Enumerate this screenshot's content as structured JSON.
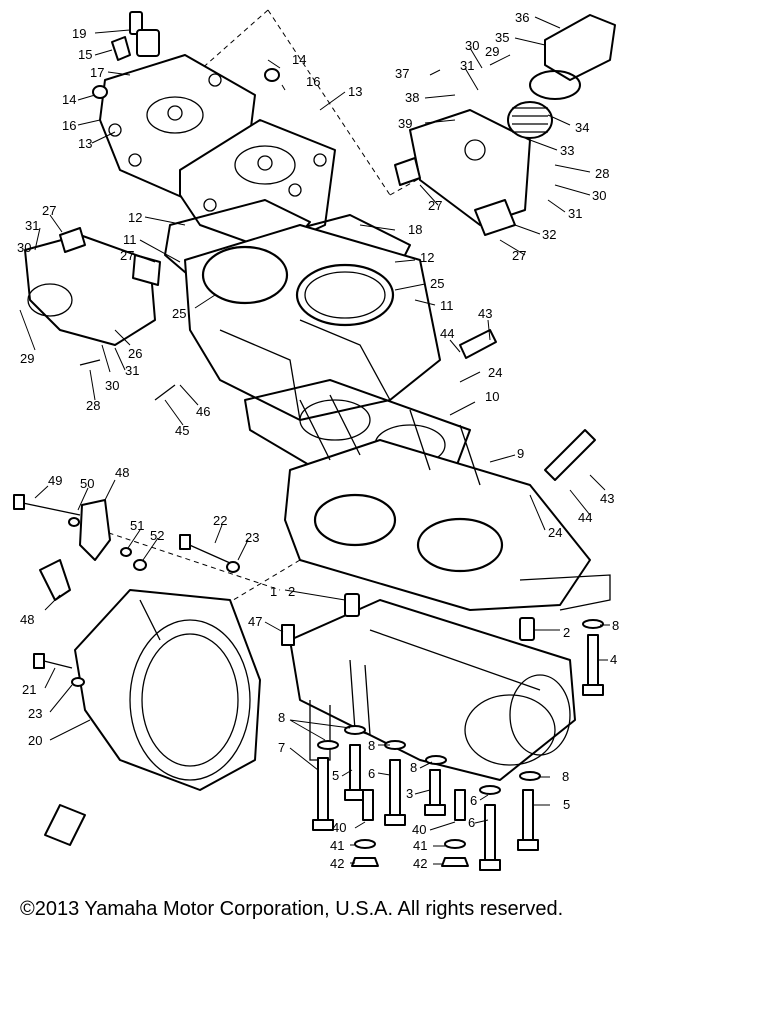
{
  "labels": [
    {
      "id": "19",
      "text": "19"
    },
    {
      "id": "15",
      "text": "15"
    },
    {
      "id": "17",
      "text": "17"
    },
    {
      "id": "14a",
      "text": "14"
    },
    {
      "id": "16a",
      "text": "16"
    },
    {
      "id": "13a",
      "text": "13"
    },
    {
      "id": "14b",
      "text": "14"
    },
    {
      "id": "16b",
      "text": "16"
    },
    {
      "id": "13b",
      "text": "13"
    },
    {
      "id": "36",
      "text": "36"
    },
    {
      "id": "35",
      "text": "35"
    },
    {
      "id": "30a",
      "text": "30"
    },
    {
      "id": "29a",
      "text": "29"
    },
    {
      "id": "31a",
      "text": "31"
    },
    {
      "id": "37",
      "text": "37"
    },
    {
      "id": "38",
      "text": "38"
    },
    {
      "id": "34",
      "text": "34"
    },
    {
      "id": "39",
      "text": "39"
    },
    {
      "id": "33",
      "text": "33"
    },
    {
      "id": "28a",
      "text": "28"
    },
    {
      "id": "30b",
      "text": "30"
    },
    {
      "id": "31b",
      "text": "31"
    },
    {
      "id": "27a",
      "text": "27"
    },
    {
      "id": "32",
      "text": "32"
    },
    {
      "id": "27b",
      "text": "27"
    },
    {
      "id": "31c",
      "text": "31"
    },
    {
      "id": "27c",
      "text": "27"
    },
    {
      "id": "30c",
      "text": "30"
    },
    {
      "id": "12a",
      "text": "12"
    },
    {
      "id": "18",
      "text": "18"
    },
    {
      "id": "11a",
      "text": "11"
    },
    {
      "id": "27d",
      "text": "27"
    },
    {
      "id": "12b",
      "text": "12"
    },
    {
      "id": "25a",
      "text": "25"
    },
    {
      "id": "25b",
      "text": "25"
    },
    {
      "id": "11b",
      "text": "11"
    },
    {
      "id": "29b",
      "text": "29"
    },
    {
      "id": "26",
      "text": "26"
    },
    {
      "id": "30d",
      "text": "30"
    },
    {
      "id": "31d",
      "text": "31"
    },
    {
      "id": "28b",
      "text": "28"
    },
    {
      "id": "43a",
      "text": "43"
    },
    {
      "id": "44a",
      "text": "44"
    },
    {
      "id": "24a",
      "text": "24"
    },
    {
      "id": "46",
      "text": "46"
    },
    {
      "id": "45",
      "text": "45"
    },
    {
      "id": "10",
      "text": "10"
    },
    {
      "id": "9",
      "text": "9"
    },
    {
      "id": "49",
      "text": "49"
    },
    {
      "id": "50",
      "text": "50"
    },
    {
      "id": "48a",
      "text": "48"
    },
    {
      "id": "51",
      "text": "51"
    },
    {
      "id": "52",
      "text": "52"
    },
    {
      "id": "22",
      "text": "22"
    },
    {
      "id": "23a",
      "text": "23"
    },
    {
      "id": "43b",
      "text": "43"
    },
    {
      "id": "44b",
      "text": "44"
    },
    {
      "id": "24b",
      "text": "24"
    },
    {
      "id": "1",
      "text": "1"
    },
    {
      "id": "2a",
      "text": "2"
    },
    {
      "id": "48b",
      "text": "48"
    },
    {
      "id": "47",
      "text": "47"
    },
    {
      "id": "2b",
      "text": "2"
    },
    {
      "id": "8a",
      "text": "8"
    },
    {
      "id": "4",
      "text": "4"
    },
    {
      "id": "21",
      "text": "21"
    },
    {
      "id": "23b",
      "text": "23"
    },
    {
      "id": "20",
      "text": "20"
    },
    {
      "id": "8b",
      "text": "8"
    },
    {
      "id": "7",
      "text": "7"
    },
    {
      "id": "8c",
      "text": "8"
    },
    {
      "id": "5a",
      "text": "5"
    },
    {
      "id": "6a",
      "text": "6"
    },
    {
      "id": "8d",
      "text": "8"
    },
    {
      "id": "8e",
      "text": "8"
    },
    {
      "id": "3",
      "text": "3"
    },
    {
      "id": "6b",
      "text": "6"
    },
    {
      "id": "5b",
      "text": "5"
    },
    {
      "id": "40a",
      "text": "40"
    },
    {
      "id": "40b",
      "text": "40"
    },
    {
      "id": "6c",
      "text": "6"
    },
    {
      "id": "41a",
      "text": "41"
    },
    {
      "id": "41b",
      "text": "41"
    },
    {
      "id": "42a",
      "text": "42"
    },
    {
      "id": "42b",
      "text": "42"
    }
  ],
  "copyright": "©2013 Yamaha Motor Corporation, U.S.A. All rights reserved."
}
